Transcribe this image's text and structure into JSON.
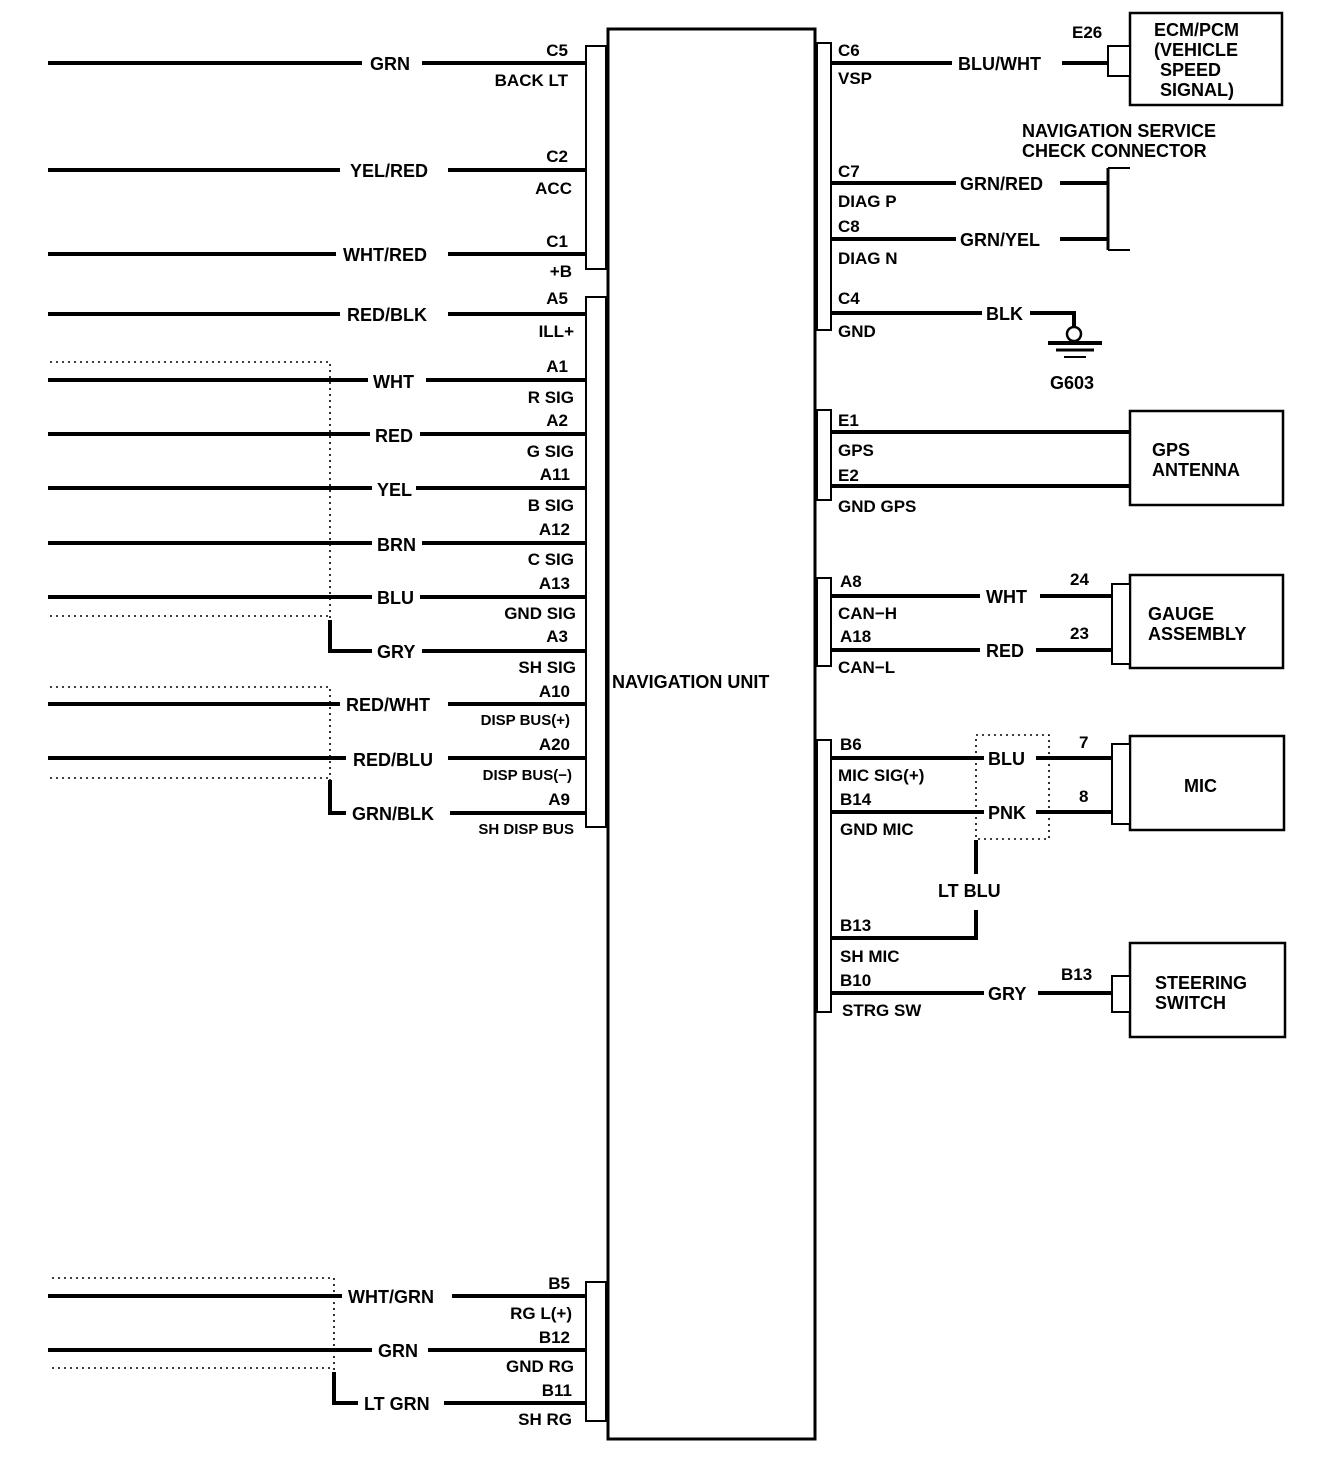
{
  "nav_unit": {
    "label": "NAVIGATION UNIT"
  },
  "left": {
    "c": [
      {
        "pin": "C5",
        "signal": "BACK LT",
        "wire": "GRN"
      },
      {
        "pin": "C2",
        "signal": "ACC",
        "wire": "YEL/RED"
      },
      {
        "pin": "C1",
        "signal": "+B",
        "wire": "WHT/RED"
      }
    ],
    "a": [
      {
        "pin": "A5",
        "signal": "ILL+",
        "wire": "RED/BLK"
      },
      {
        "pin": "A1",
        "signal": "R SIG",
        "wire": "WHT"
      },
      {
        "pin": "A2",
        "signal": "G SIG",
        "wire": "RED"
      },
      {
        "pin": "A11",
        "signal": "B SIG",
        "wire": "YEL"
      },
      {
        "pin": "A12",
        "signal": "C SIG",
        "wire": "BRN"
      },
      {
        "pin": "A13",
        "signal": "GND SIG",
        "wire": "BLU"
      },
      {
        "pin": "A3",
        "signal": "SH SIG",
        "wire": "GRY"
      },
      {
        "pin": "A10",
        "signal": "DISP BUS(+)",
        "wire": "RED/WHT"
      },
      {
        "pin": "A20",
        "signal": "DISP BUS(−)",
        "wire": "RED/BLU"
      },
      {
        "pin": "A9",
        "signal": "SH DISP BUS",
        "wire": "GRN/BLK"
      }
    ],
    "b": [
      {
        "pin": "B5",
        "signal": "RG L(+)",
        "wire": "WHT/GRN"
      },
      {
        "pin": "B12",
        "signal": "GND RG",
        "wire": "GRN"
      },
      {
        "pin": "B11",
        "signal": "SH RG",
        "wire": "LT GRN"
      }
    ]
  },
  "right": {
    "c": [
      {
        "pin": "C6",
        "signal": "VSP",
        "wire": "BLU/WHT"
      },
      {
        "pin": "C7",
        "signal": "DIAG P",
        "wire": "GRN/RED"
      },
      {
        "pin": "C8",
        "signal": "DIAG N",
        "wire": "GRN/YEL"
      },
      {
        "pin": "C4",
        "signal": "GND",
        "wire": "BLK"
      }
    ],
    "e": [
      {
        "pin": "E1",
        "signal": "GPS"
      },
      {
        "pin": "E2",
        "signal": "GND GPS"
      }
    ],
    "a": [
      {
        "pin": "A8",
        "signal": "CAN−H",
        "wire": "WHT",
        "term": "24"
      },
      {
        "pin": "A18",
        "signal": "CAN−L",
        "wire": "RED",
        "term": "23"
      }
    ],
    "b": [
      {
        "pin": "B6",
        "signal": "MIC SIG(+)",
        "wire": "BLU",
        "term": "7"
      },
      {
        "pin": "B14",
        "signal": "GND MIC",
        "wire": "PNK",
        "term": "8"
      },
      {
        "pin": "B13",
        "signal": "SH MIC",
        "wire": "LT BLU"
      },
      {
        "pin": "B10",
        "signal": "STRG SW",
        "wire": "GRY",
        "term": "B13"
      }
    ]
  },
  "components": {
    "ecm": {
      "line1": "ECM/PCM",
      "line2": "(VEHICLE",
      "line3": "SPEED",
      "line4": "SIGNAL)",
      "term": "E26"
    },
    "service_connector": {
      "line1": "NAVIGATION SERVICE",
      "line2": "CHECK CONNECTOR"
    },
    "ground": {
      "label": "G603"
    },
    "gps": {
      "line1": "GPS",
      "line2": "ANTENNA"
    },
    "gauge": {
      "line1": "GAUGE",
      "line2": "ASSEMBLY"
    },
    "mic": {
      "line1": "MIC"
    },
    "steering": {
      "line1": "STEERING",
      "line2": "SWITCH"
    }
  }
}
